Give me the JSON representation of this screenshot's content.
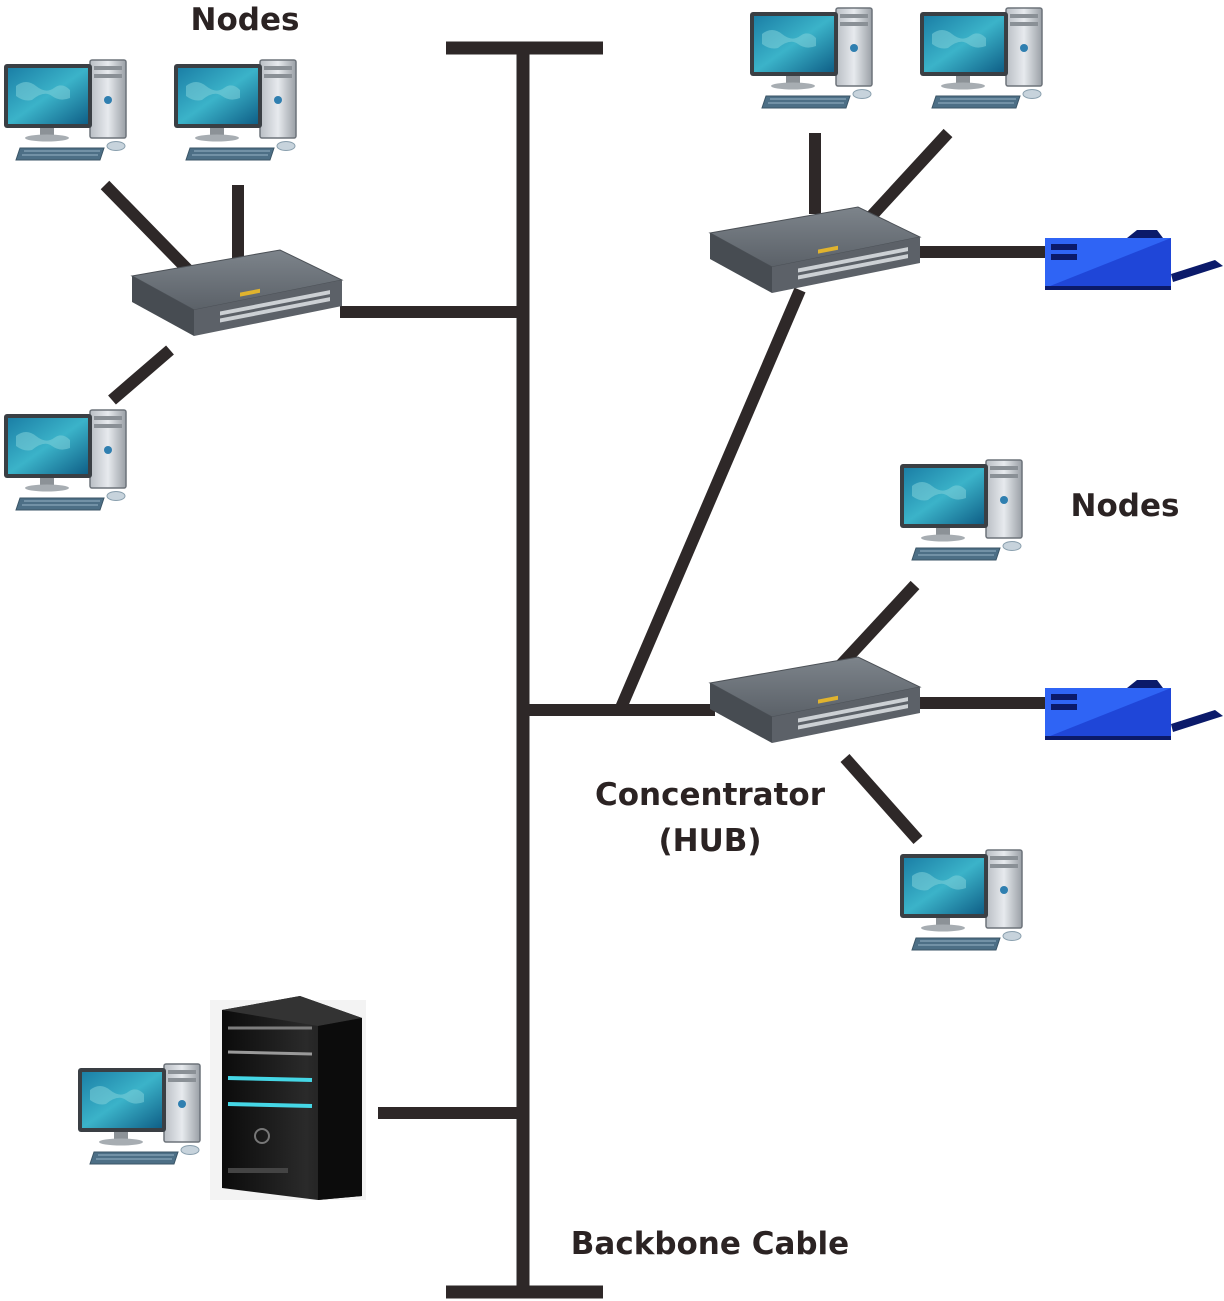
{
  "labels": {
    "nodes_top": "Nodes",
    "nodes_right": "Nodes",
    "concentrator_line1": "Concentrator",
    "concentrator_line2": "(HUB)",
    "backbone": "Backbone Cable"
  },
  "colors": {
    "cable": "#2e2828",
    "printer": "#2f64f5",
    "hub_body": "#6b7178",
    "monitor_screen": "#2a9bb8",
    "server_body": "#1a1a1a",
    "server_light": "#45d7e6"
  },
  "icons": {
    "workstation": "workstation-icon",
    "hub": "hub-icon",
    "printer": "printer-icon",
    "server": "server-icon"
  }
}
